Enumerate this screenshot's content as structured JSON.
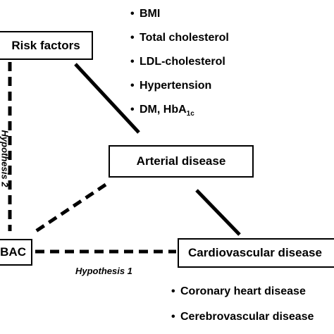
{
  "boxes": {
    "risk_factors": "Risk factors",
    "arterial_disease": "Arterial disease",
    "bac": "BAC",
    "cardiovascular_disease": "Cardiovascular disease"
  },
  "risk_factor_list": {
    "bullet": "•",
    "items": [
      "BMI",
      "Total cholesterol",
      "LDL-cholesterol",
      "Hypertension",
      "DM, HbA"
    ],
    "hba_subscript": "1c"
  },
  "outcome_list": {
    "bullet": "•",
    "items": [
      "Coronary heart disease",
      "Cerebrovascular disease"
    ]
  },
  "hypotheses": {
    "hypothesis_1": "Hypothesis 1",
    "hypothesis_2": "Hypothesis 2"
  },
  "connector_styles": {
    "risk_to_arterial": "solid",
    "arterial_to_cardiovascular": "solid",
    "risk_to_bac": "dashed",
    "arterial_to_bac": "dashed",
    "bac_to_cardiovascular": "dashed"
  },
  "colors": {
    "ink": "#000000",
    "background": "#ffffff"
  }
}
